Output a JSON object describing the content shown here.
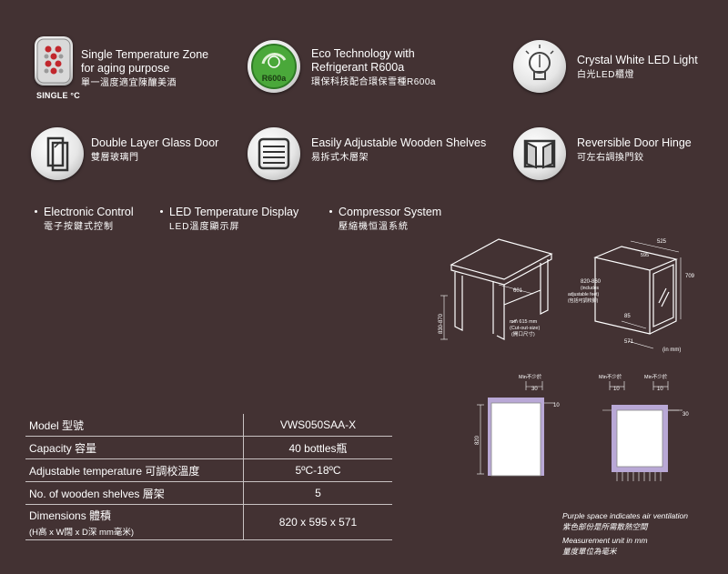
{
  "features": [
    {
      "id": "single-zone",
      "en": "Single Temperature Zone\nfor aging purpose",
      "zh": "單一溫度適宜陳釀美酒",
      "icon": "single-zone-icon",
      "badge": "SINGLE °C"
    },
    {
      "id": "eco",
      "en": "Eco Technology with\nRefrigerant R600a",
      "zh": "環保科技配合環保雪種R600a",
      "icon": "r600a-icon",
      "badge": "R600a"
    },
    {
      "id": "led-light",
      "en": "Crystal White LED Light",
      "zh": "白光LED櫃燈",
      "icon": "led-bulb-icon"
    },
    {
      "id": "glass-door",
      "en": "Double Layer Glass Door",
      "zh": "雙層玻璃門",
      "icon": "glass-door-icon"
    },
    {
      "id": "shelves",
      "en": "Easily Adjustable Wooden Shelves",
      "zh": "易拆式木層架",
      "icon": "shelves-icon"
    },
    {
      "id": "hinge",
      "en": "Reversible Door Hinge",
      "zh": "可左右調換門鉸",
      "icon": "door-hinge-icon"
    }
  ],
  "bullets": [
    {
      "en": "Electronic Control",
      "zh": "電子按鍵式控制"
    },
    {
      "en": "LED Temperature Display",
      "zh": "LED溫度顯示屏"
    },
    {
      "en": "Compressor System",
      "zh": "壓縮機恒溫系統"
    }
  ],
  "specs": [
    {
      "label": "Model 型號",
      "value": "VWS050SAA-X"
    },
    {
      "label": "Capacity 容量",
      "value": "40 bottles瓶"
    },
    {
      "label": "Adjustable temperature 可調校溫度",
      "value": "5ºC-18ºC"
    },
    {
      "label": "No. of wooden shelves 層架",
      "value": "5"
    },
    {
      "label": "Dimensions 體積",
      "sublabel": "(H高 x W闊 x D深 mm毫米)",
      "value": "820 x 595 x 571"
    }
  ],
  "diagram": {
    "cabinet_height": "830-870",
    "cabinet_width": "601",
    "cutout_min": "min 615 mm",
    "cutout_size": "(Cut-out-size)",
    "cutout_zh": "(開口尺寸)",
    "top_depth": "525",
    "inner_width": "595",
    "height_range": "820-860",
    "includes": "(includes",
    "adj_feet": "adjustable feet)",
    "feet_zh": "(包括可調校腳)",
    "side_height": "709",
    "feet_height": "85",
    "bottom_depth": "571",
    "unit": "(in mm)",
    "min_label": "Min不少於",
    "gap_30": "30",
    "gap_10": "10",
    "side_820": "820"
  },
  "notes": {
    "line1": "Purple space indicates air ventilation",
    "line2": "紫色部份是所需散熱空間",
    "line3": "Measurement unit in mm",
    "line4": "量度單位為毫米"
  }
}
